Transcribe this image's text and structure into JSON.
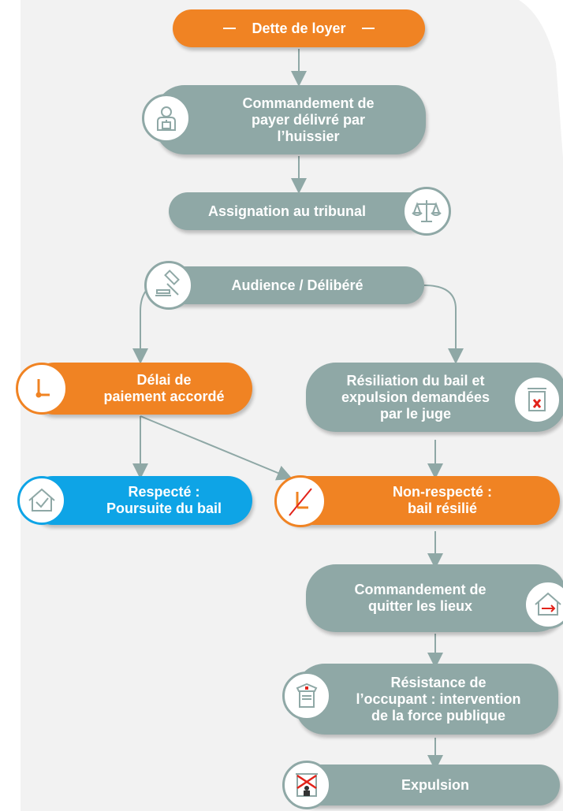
{
  "nodes": {
    "dette": "Dette de loyer",
    "commandement_payer": "Commandement de\npayer délivré par\nl’huissier",
    "assignation": "Assignation au tribunal",
    "audience": "Audience / Délibéré",
    "delai": "Délai de\npaiement accordé",
    "resiliation": "Résiliation du bail et\nexpulsion demandées\npar le juge",
    "respecte": "Respecté :\nPoursuite du bail",
    "non_respecte": "Non-respecté :\nbail résilié",
    "commandement_quitter": "Commandement de\nquitter les lieux",
    "resistance": "Résistance de\nl’occupant : intervention\nde la force publique",
    "expulsion": "Expulsion"
  },
  "colors": {
    "gray": "#8fa8a6",
    "orange": "#f08323",
    "blue": "#0ea4e6",
    "red": "#e2231a",
    "background_shape": "#f2f2f2"
  },
  "icons": {
    "commandement_payer": "bailiff-person-icon",
    "assignation": "scales-of-justice-icon",
    "audience": "gavel-icon",
    "delai": "clock-icon",
    "resiliation": "cancelled-document-icon",
    "respecte": "house-check-icon",
    "non_respecte": "crossed-clock-icon",
    "commandement_quitter": "house-exit-icon",
    "resistance": "police-officer-icon",
    "expulsion": "barred-door-person-icon"
  }
}
